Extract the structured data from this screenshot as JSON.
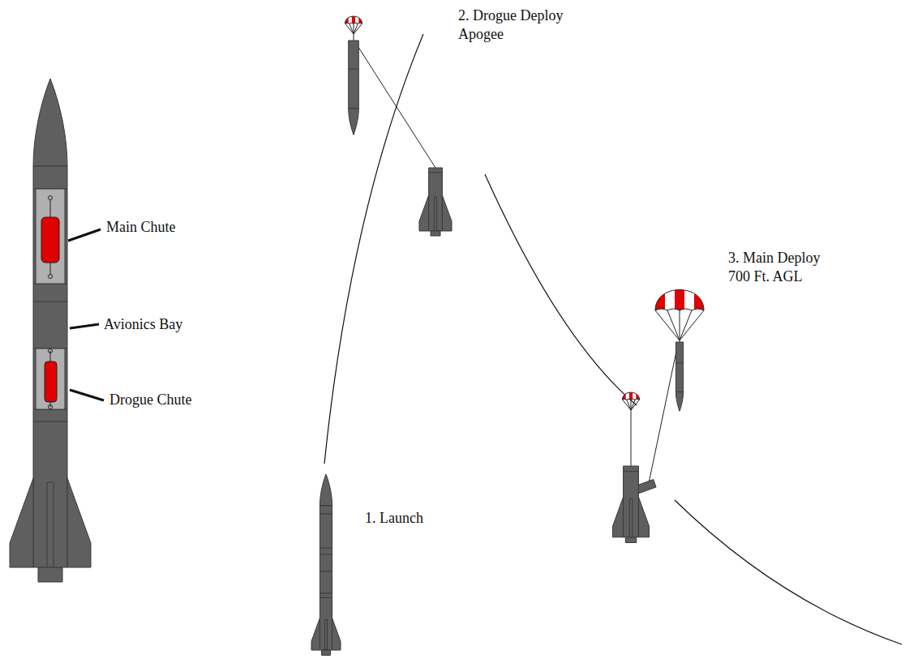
{
  "diagram": {
    "labels": [
      "Main Chute",
      "Avionics Bay",
      "Drogue Chute",
      "2. Drogue Deploy Apogee",
      "3. Main Deploy 700 Ft. AGL",
      "1. Launch"
    ]
  }
}
